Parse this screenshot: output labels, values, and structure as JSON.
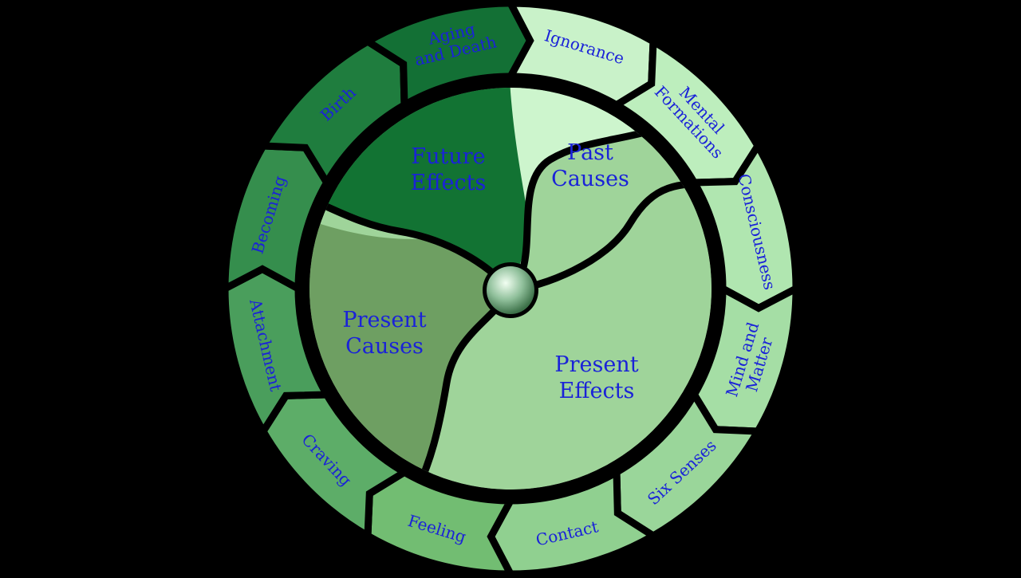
{
  "wheel": {
    "outer_segments": [
      {
        "id": "ignorance",
        "lines": [
          "Ignorance"
        ],
        "color": "#c9f2c9"
      },
      {
        "id": "mental-formations",
        "lines": [
          "Mental",
          "Formations"
        ],
        "color": "#bdeebd"
      },
      {
        "id": "consciousness",
        "lines": [
          "Consciousness"
        ],
        "color": "#b0e6b0"
      },
      {
        "id": "mind-and-matter",
        "lines": [
          "Mind and",
          "Matter"
        ],
        "color": "#a5dea5"
      },
      {
        "id": "six-senses",
        "lines": [
          "Six Senses"
        ],
        "color": "#9ad69a"
      },
      {
        "id": "contact",
        "lines": [
          "Contact"
        ],
        "color": "#90d090"
      },
      {
        "id": "feeling",
        "lines": [
          "Feeling"
        ],
        "color": "#72bd72"
      },
      {
        "id": "craving",
        "lines": [
          "Craving"
        ],
        "color": "#5dad68"
      },
      {
        "id": "attachment",
        "lines": [
          "Attachment"
        ],
        "color": "#4a9e5c"
      },
      {
        "id": "becoming",
        "lines": [
          "Becoming"
        ],
        "color": "#358e4d"
      },
      {
        "id": "birth",
        "lines": [
          "Birth"
        ],
        "color": "#1f7d3e"
      },
      {
        "id": "aging-and-death",
        "lines": [
          "Aging",
          "and Death"
        ],
        "color": "#137035"
      }
    ],
    "inner_sections": [
      {
        "id": "past-causes",
        "lines": [
          "Past",
          "Causes"
        ],
        "color": "#cdf5cd"
      },
      {
        "id": "present-effects",
        "lines": [
          "Present",
          "Effects"
        ],
        "color": "#9fd49a"
      },
      {
        "id": "present-causes",
        "lines": [
          "Present",
          "Causes"
        ],
        "color": "#6e9f62"
      },
      {
        "id": "future-effects",
        "lines": [
          "Future",
          "Effects"
        ],
        "color": "#127333"
      }
    ]
  }
}
